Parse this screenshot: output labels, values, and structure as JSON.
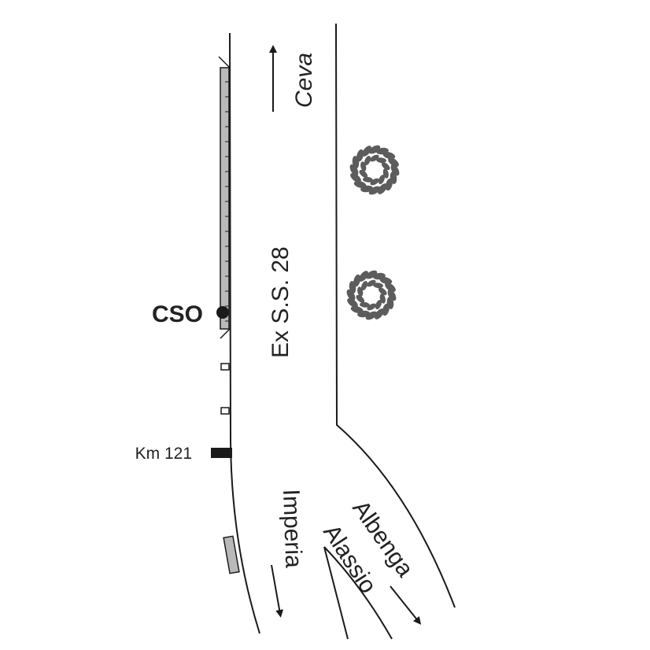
{
  "road": {
    "name": "Ex S.S. 28"
  },
  "station": {
    "code": "CSO"
  },
  "kilometer_marker": {
    "label": "Km 121"
  },
  "directions": {
    "north": "Ceva",
    "southwest": "Imperia",
    "southeast_1": "Albenga",
    "southeast_2": "Alassio"
  },
  "colors": {
    "line": "#1a1a1a",
    "barrier_fill": "#b9b9b9",
    "tree": "#5c5c5c"
  }
}
